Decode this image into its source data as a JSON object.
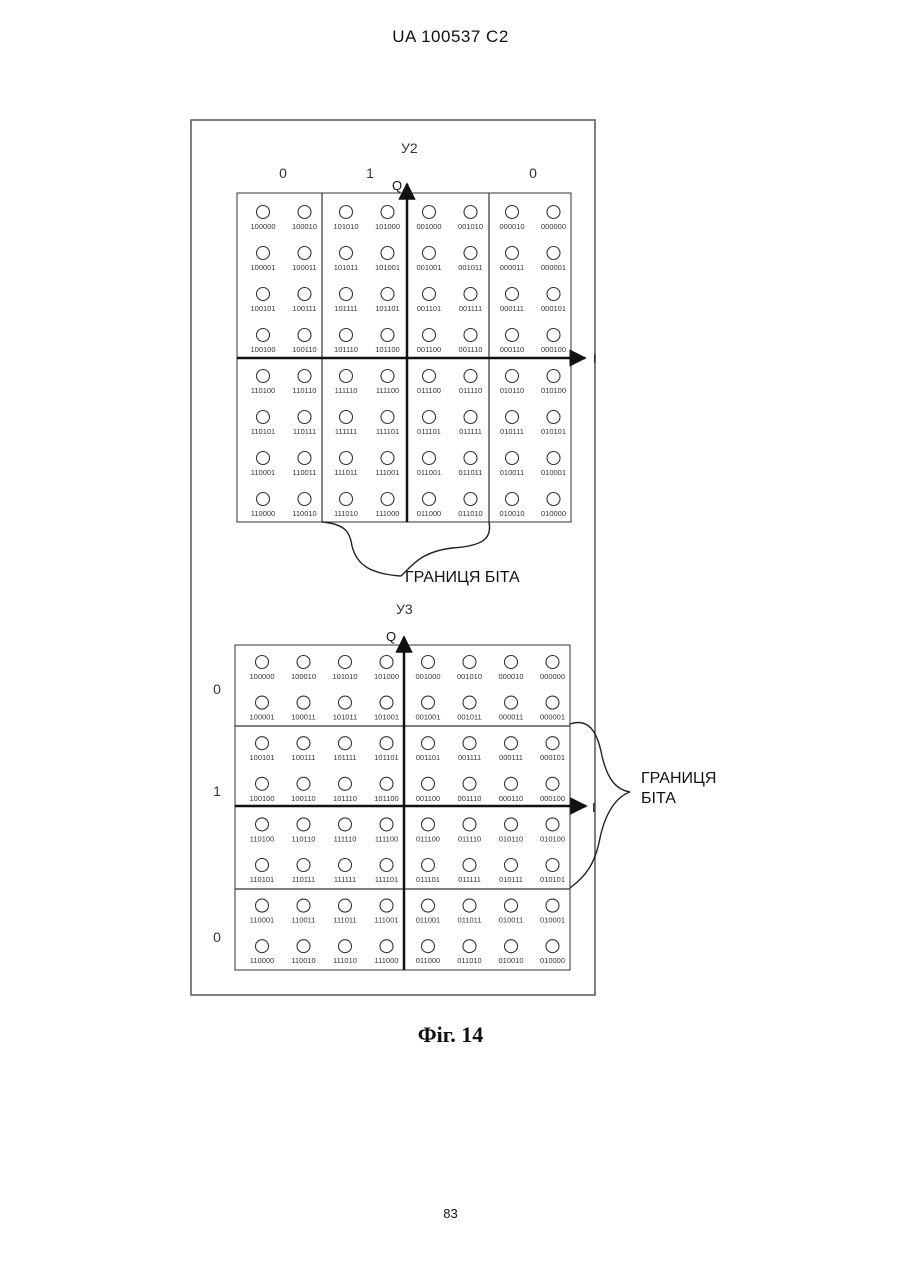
{
  "header": {
    "text": "UA   100537   C2"
  },
  "figure_caption": "Фіг. 14",
  "page_number": "83",
  "axes": {
    "i_label": "I",
    "q_label": "Q"
  },
  "boundary_label": "ГРАНИЦЯ БІТА",
  "boundary_label_lines": [
    "ГРАНИЦЯ",
    "БІТА"
  ],
  "grid_codes": [
    [
      "100000",
      "100010",
      "101010",
      "101000",
      "001000",
      "001010",
      "000010",
      "000000"
    ],
    [
      "100001",
      "100011",
      "101011",
      "101001",
      "001001",
      "001011",
      "000011",
      "000001"
    ],
    [
      "100101",
      "100111",
      "101111",
      "101101",
      "001101",
      "001111",
      "000111",
      "000101"
    ],
    [
      "100100",
      "100110",
      "101110",
      "101100",
      "001100",
      "001110",
      "000110",
      "000100"
    ],
    [
      "110100",
      "110110",
      "111110",
      "111100",
      "011100",
      "011110",
      "010110",
      "010100"
    ],
    [
      "110101",
      "110111",
      "111111",
      "111101",
      "011101",
      "011111",
      "010111",
      "010101"
    ],
    [
      "110001",
      "110011",
      "111011",
      "111001",
      "011001",
      "011011",
      "010011",
      "010001"
    ],
    [
      "110000",
      "110010",
      "111010",
      "111000",
      "011000",
      "011010",
      "010010",
      "010000"
    ]
  ],
  "diagram_top": {
    "title": "У2",
    "column_bits": [
      "0",
      "1",
      "0"
    ]
  },
  "diagram_bottom": {
    "title": "У3",
    "row_bits": [
      "0",
      "1",
      "0"
    ]
  }
}
